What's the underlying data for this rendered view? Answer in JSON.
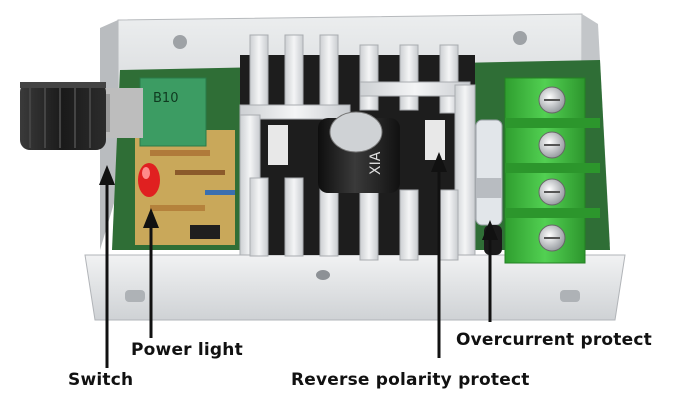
{
  "image": {
    "subject": "pwm-dc-motor-speed-controller-board",
    "knob_marking": "B10",
    "capacitor_marking": "XIA"
  },
  "callouts": {
    "switch": "Switch",
    "power_light": "Power light",
    "reverse_polarity": "Reverse polarity protect",
    "overcurrent": "Overcurrent protect"
  },
  "colors": {
    "aluminum": "#d9dbdd",
    "heatsink": "#e4e6e8",
    "terminal_green": "#3fbf3f",
    "pcb_green": "#2f7a3a",
    "knob_black": "#1c1c1c",
    "led_red": "#e02020",
    "arrow": "#111111"
  }
}
